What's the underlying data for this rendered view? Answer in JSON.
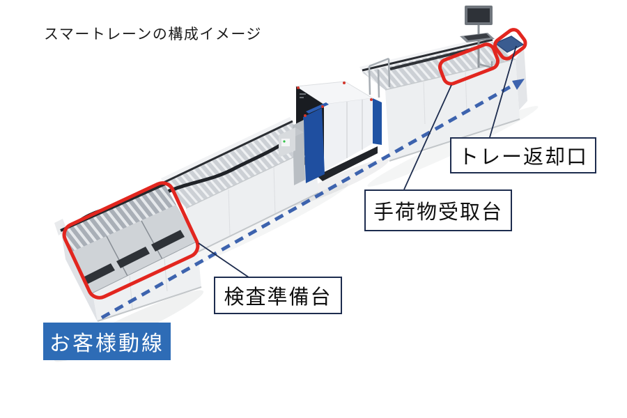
{
  "title": "スマートレーンの構成イメージ",
  "diagram": {
    "customer_flow": {
      "label": "お客様動線",
      "bg_color": "#2e6cb6",
      "text_color": "#ffffff",
      "arrow_color": "#3d63ae",
      "direction": "bottom-left to top-right"
    },
    "callouts": [
      {
        "id": "inspection-prep",
        "label": "検査準備台"
      },
      {
        "id": "baggage-pickup",
        "label": "手荷物受取台"
      },
      {
        "id": "tray-return",
        "label": "トレー返却口"
      }
    ],
    "highlight_color": "#e2261f",
    "leader_line_color": "#1d2c4e",
    "machine_accent_blue": "#1f4fa0"
  }
}
